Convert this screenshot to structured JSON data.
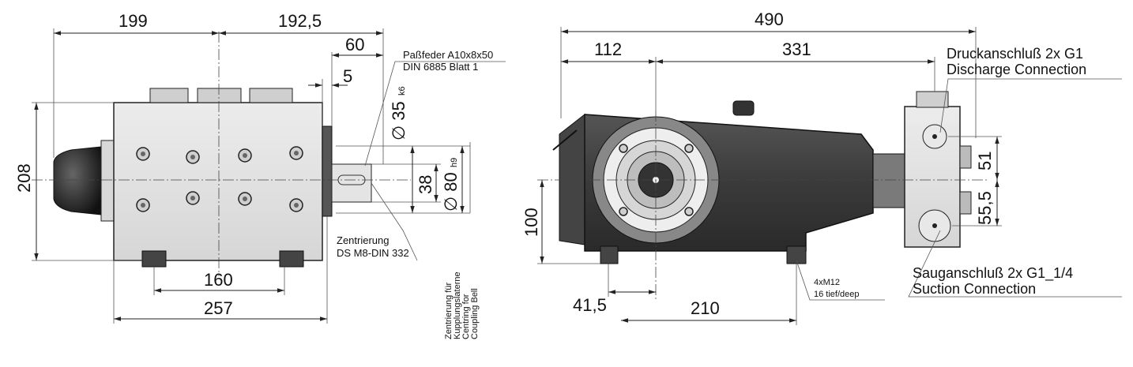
{
  "left_view": {
    "dims": {
      "d199": "199",
      "d192_5": "192,5",
      "d60": "60",
      "d5": "5",
      "d208": "208",
      "d38": "38",
      "d35": "∅ 35",
      "d35_tol": "k6",
      "d80": "∅ 80",
      "d80_tol": "h9",
      "d160": "160",
      "d257": "257"
    },
    "notes": {
      "key_line1": "Paßfeder A10x8x50",
      "key_line2": "DIN 6885 Blatt 1",
      "center_line1": "Zentrierung",
      "center_line2": "DS M8-DIN 332",
      "bell_line1": "Zentrierung für",
      "bell_line2": "Kupplungslaterne",
      "bell_line3": "Centring for",
      "bell_line4": "Coupling Bell"
    }
  },
  "right_view": {
    "dims": {
      "d490": "490",
      "d112": "112",
      "d331": "331",
      "d100": "100",
      "d41_5": "41,5",
      "d210": "210",
      "d51": "51",
      "d55_5": "55,5"
    },
    "notes": {
      "discharge_line1": "Druckanschluß 2x G1",
      "discharge_line2": "Discharge Connection",
      "suction_line1": "Sauganschluß 2x G1_1/4",
      "suction_line2": "Suction Connection",
      "feet_line1": "4xM12",
      "feet_line2": "16 tief/deep"
    }
  }
}
